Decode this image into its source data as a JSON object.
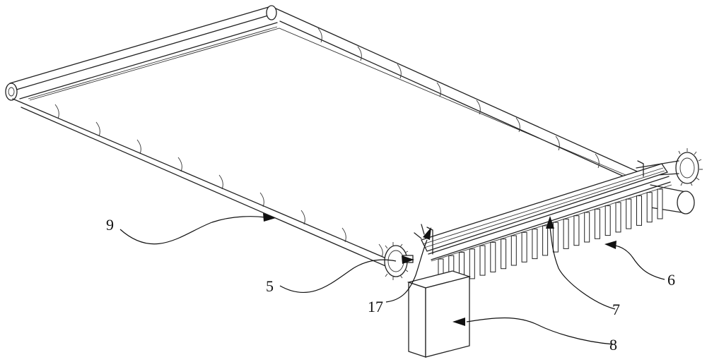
{
  "figure": {
    "labels": [
      {
        "id": "belt-conveyor",
        "text": "9"
      },
      {
        "id": "gear",
        "text": "5"
      },
      {
        "id": "spray-nozzle",
        "text": "17"
      },
      {
        "id": "bristle-comb",
        "text": "6"
      },
      {
        "id": "brush-roller",
        "text": "7"
      },
      {
        "id": "control-box",
        "text": "8"
      }
    ]
  }
}
